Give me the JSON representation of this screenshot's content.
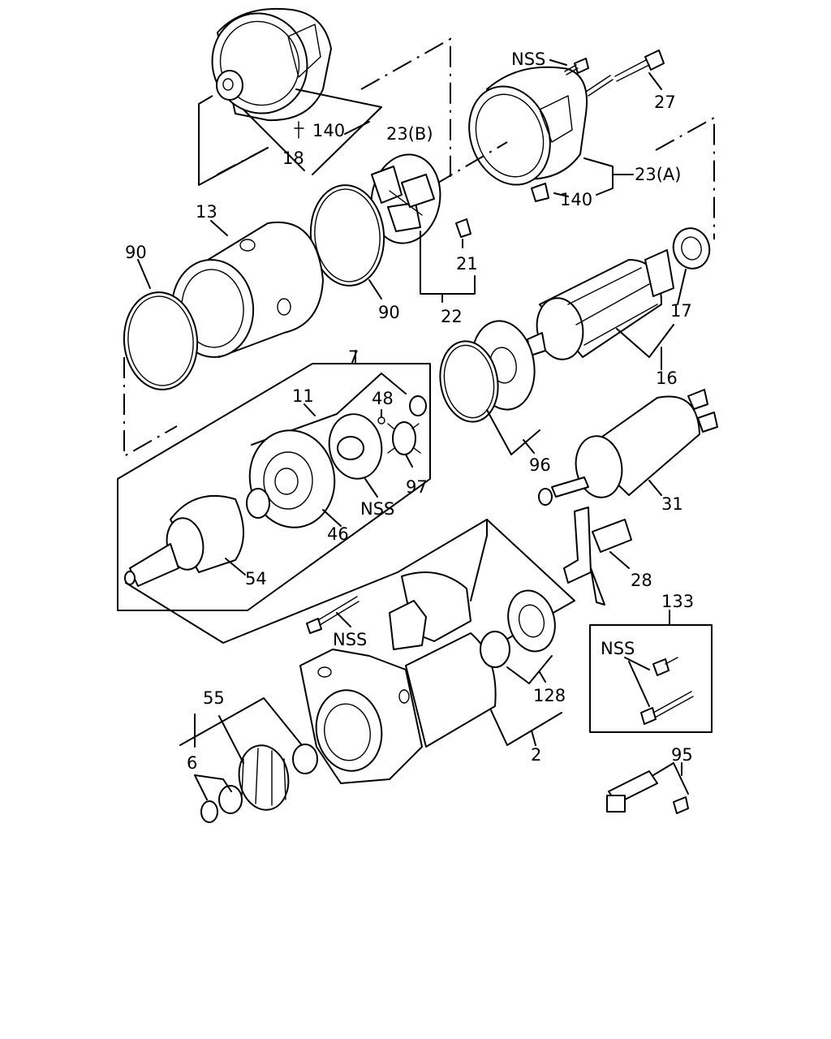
{
  "labels": {
    "l_nss_top": "NSS",
    "l_27": "27",
    "l_140_left": "140",
    "l_23b": "23(B)",
    "l_18": "18",
    "l_23a": "23(A)",
    "l_140_right": "140",
    "l_13": "13",
    "l_90_left": "90",
    "l_90_mid": "90",
    "l_21": "21",
    "l_22": "22",
    "l_17": "17",
    "l_16": "16",
    "l_7": "7",
    "l_48": "48",
    "l_11": "11",
    "l_96": "96",
    "l_97": "97",
    "l_nss_mid": "NSS",
    "l_46": "46",
    "l_31": "31",
    "l_54": "54",
    "l_28": "28",
    "l_133": "133",
    "l_nss_bolt": "NSS",
    "l_nss_box": "NSS",
    "l_128": "128",
    "l_55": "55",
    "l_2": "2",
    "l_95": "95",
    "l_6": "6"
  }
}
